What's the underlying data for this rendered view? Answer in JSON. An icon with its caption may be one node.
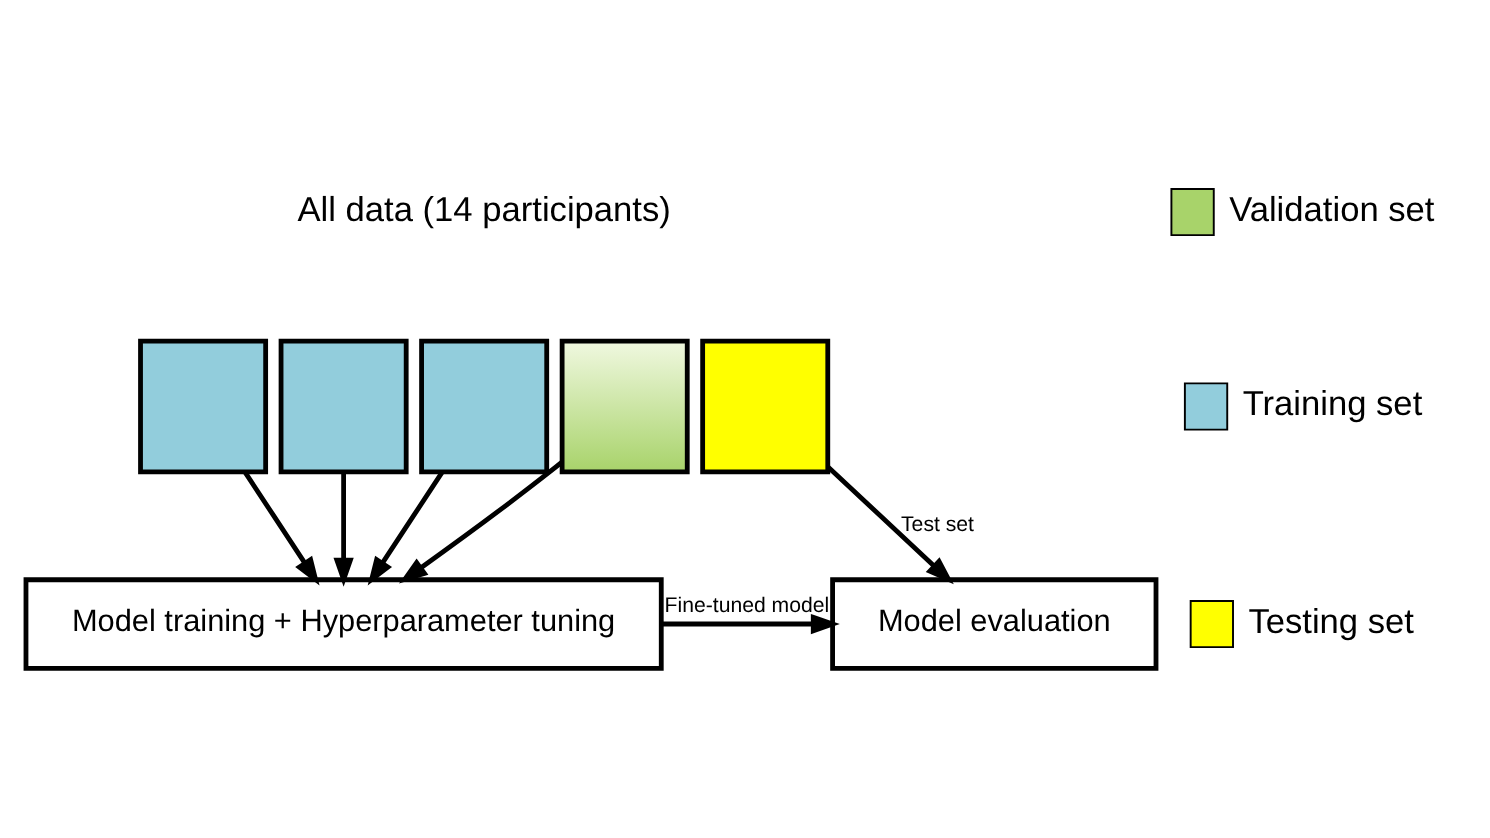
{
  "diagram": {
    "nodes": [
      {
        "text": [],
        "shape": "box"
      },
      {
        "text": [],
        "shape": "box"
      },
      {
        "text": [],
        "shape": "box"
      },
      {
        "text": [],
        "shape": "box"
      },
      {
        "text": [],
        "shape": "box"
      },
      {
        "text": [
          "Model training + Hyperparameter tuning"
        ]
      },
      {
        "text": [
          "Model evaluation"
        ]
      }
    ],
    "edges": [
      {
        "from": 0,
        "to": 5,
        "arrow": "to"
      },
      {
        "from": 1,
        "to": 5,
        "arrow": "to"
      },
      {
        "from": 2,
        "to": 5,
        "arrow": "to"
      },
      {
        "from": 3,
        "to": 5,
        "arrow": "to"
      },
      {
        "from": 4,
        "to": 6,
        "label": "Test set",
        "arrow": "to"
      },
      {
        "from": 5,
        "to": 6,
        "label": "Fine-tuned model",
        "arrow": "to"
      }
    ],
    "labels": [
      "All data (14 participants)"
    ],
    "legend": [
      {
        "text": "Validation set",
        "color": "#a8d36a"
      },
      {
        "text": "Training set",
        "color": "#92cddc"
      },
      {
        "text": "Testing set",
        "color": "#ffff00"
      }
    ]
  }
}
